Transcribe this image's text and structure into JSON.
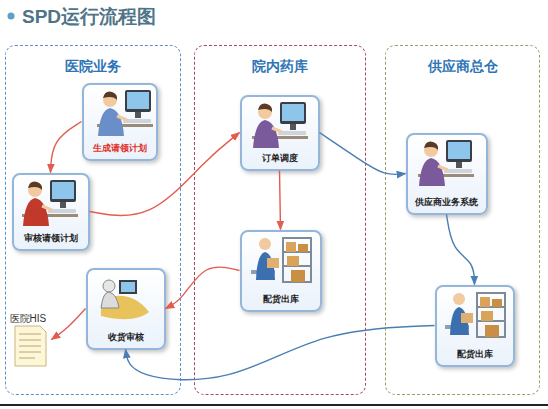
{
  "diagram": {
    "title": "SPD运行流程图",
    "nodes": [
      {
        "text": [
          "医院业务"
        ]
      },
      {
        "text": [
          "生成请领计划"
        ],
        "in": 0
      },
      {
        "text": [
          "审核请领计划"
        ],
        "in": 0
      },
      {
        "text": [
          "收货审核"
        ],
        "in": 0
      },
      {
        "text": [
          "医院HIS"
        ],
        "in": 0
      },
      {
        "text": [
          "院内药库"
        ]
      },
      {
        "text": [
          "订单调度"
        ],
        "in": 5
      },
      {
        "text": [
          "配货出库"
        ],
        "in": 5
      },
      {
        "text": [
          "供应商总仓"
        ]
      },
      {
        "text": [
          "供应商业务系统"
        ],
        "in": 8
      },
      {
        "text": [
          "配货出库"
        ],
        "in": 8
      }
    ],
    "edges": [
      {
        "from": 1,
        "to": 2,
        "arrow": "to"
      },
      {
        "from": 2,
        "to": 6,
        "arrow": "to"
      },
      {
        "from": 6,
        "to": 7,
        "arrow": "to"
      },
      {
        "from": 7,
        "to": 3,
        "arrow": "to"
      },
      {
        "from": 3,
        "to": 4,
        "arrow": "to"
      },
      {
        "from": 6,
        "to": 9,
        "arrow": "to"
      },
      {
        "from": 9,
        "to": 10,
        "arrow": "to"
      },
      {
        "from": 10,
        "to": 3,
        "arrow": "to"
      }
    ]
  }
}
